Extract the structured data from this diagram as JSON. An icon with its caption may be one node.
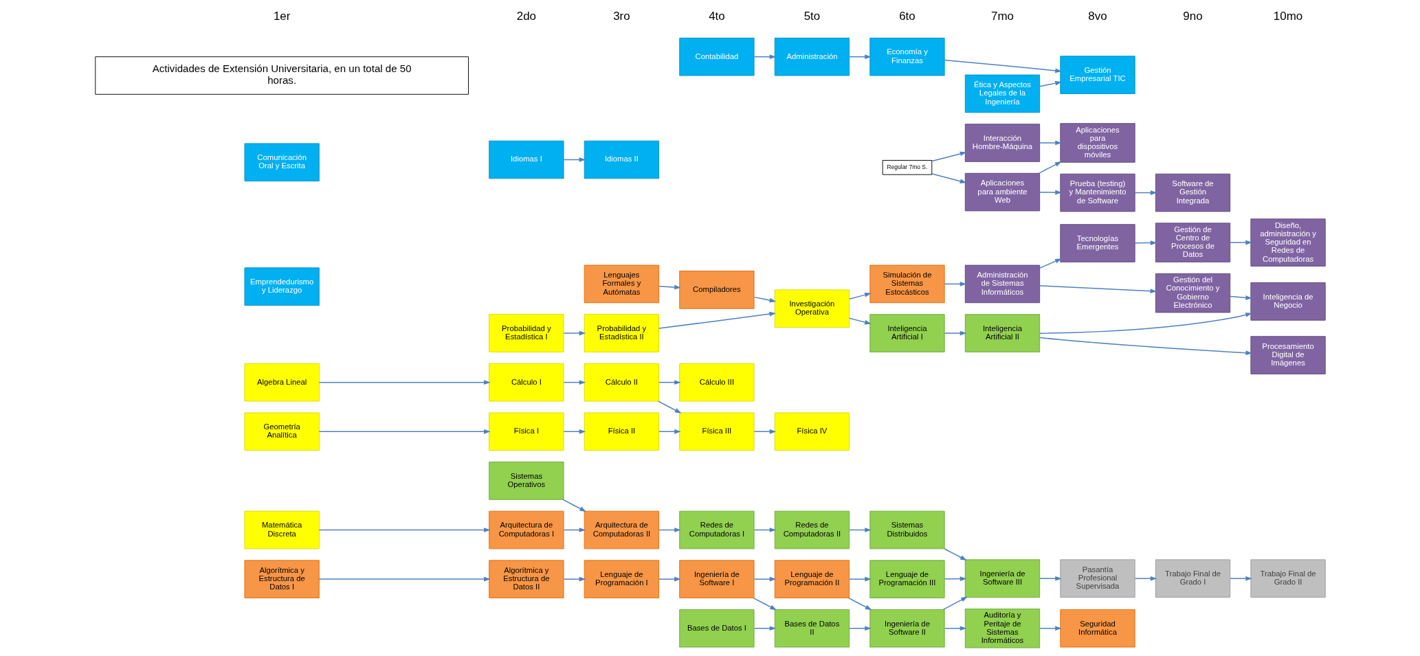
{
  "diagram": {
    "nodes": [
      {
        "text": [
          "Algorítmica y Estructura de Datos I"
        ]
      },
      {
        "text": [
          "Algorítmica y Estructura de Datos II"
        ]
      },
      {
        "text": [
          "Lenguaje de Programación I"
        ]
      },
      {
        "text": [
          "Ingeniería de Software I"
        ]
      },
      {
        "text": [
          "Lenguaje de Programación II"
        ]
      },
      {
        "text": [
          "Lenguaje de Programación III"
        ]
      },
      {
        "text": [
          "Auditoría y Peritaje de Sistemas Informáticos"
        ]
      },
      {
        "text": [
          "Seguridad Informática"
        ]
      },
      {
        "text": [
          "Arquitectura de Computadoras I"
        ]
      },
      {
        "text": [
          "Arquitectura de Computadoras II"
        ]
      },
      {
        "text": [
          "Bases de Datos I"
        ]
      },
      {
        "text": [
          "Bases de Datos II"
        ]
      },
      {
        "text": [
          "Ingeniería de Software II"
        ]
      },
      {
        "text": [
          "Ingeniería de Software III"
        ]
      },
      {
        "text": [
          "Pasantía Profesional Supervisada"
        ]
      },
      {
        "text": [
          "Trabajo Final de Grado I"
        ]
      },
      {
        "text": [
          "Trabajo Final de Grado II"
        ]
      },
      {
        "text": [
          "Algebra Lineal"
        ]
      },
      {
        "text": [
          "Sistemas Operativos"
        ]
      },
      {
        "text": [
          "Lenguajes Formales y Autómatas"
        ]
      },
      {
        "text": [
          "Redes de Computadoras I"
        ]
      },
      {
        "text": [
          "Redes de Computadoras II"
        ]
      },
      {
        "text": [
          "Sistemas Distribuidos"
        ]
      },
      {
        "text": [
          "Administración de Sistemas Informáticos"
        ]
      },
      {
        "text": [
          "Tecnologías Emergentes"
        ]
      },
      {
        "text": [
          "Gestión de Centro de Procesos de Datos"
        ]
      },
      {
        "text": [
          "Diseño, administración y Seguridad en Redes de Computadoras"
        ]
      },
      {
        "text": [
          "Matemática Discreta"
        ]
      },
      {
        "text": [
          "Probabilidad y Estadística I"
        ]
      },
      {
        "text": [
          "Probabilidad y Estadística II"
        ]
      },
      {
        "text": [
          "Compiladores"
        ]
      },
      {
        "text": [
          "Investigación Operativa"
        ]
      },
      {
        "text": [
          "Simulación de Sistemas Estocásticos"
        ]
      },
      {
        "text": [
          "Aplicaciones para ambiente Web"
        ]
      },
      {
        "text": [
          "Aplicaciones para dispositivos móviles"
        ]
      },
      {
        "text": [
          "Gestión del Conocimiento y Gobierno Electrónico"
        ]
      },
      {
        "text": [
          "Regular 7mo S."
        ]
      },
      {
        "text": [
          "Geometría Analítica"
        ]
      },
      {
        "text": [
          "Cálculo I"
        ]
      },
      {
        "text": [
          "Cálculo II"
        ]
      },
      {
        "text": [
          "Cálculo III"
        ]
      },
      {
        "text": [
          "Inteligencia Artificial I"
        ]
      },
      {
        "text": [
          "Interacción Hombre-Máquina"
        ]
      },
      {
        "text": [
          "Prueba (testing) y Mantenimiento de Software"
        ]
      },
      {
        "text": [
          "Software de Gestión Integrada"
        ]
      },
      {
        "text": [
          "Inteligencia de Negocio"
        ]
      },
      {
        "text": [
          "Emprendedurismo y Liderazgo"
        ]
      },
      {
        "text": [
          "Física I"
        ]
      },
      {
        "text": [
          "Física II"
        ]
      },
      {
        "text": [
          "Física III"
        ]
      },
      {
        "text": [
          "Física IV"
        ]
      },
      {
        "text": [
          "Inteligencia Artificial II"
        ]
      },
      {
        "text": [
          "Procesamiento Digital de Imágenes"
        ]
      },
      {
        "text": [
          "Comunicación Oral y Escrita"
        ]
      },
      {
        "text": [
          "Idiomas I"
        ]
      },
      {
        "text": [
          "Idiomas II"
        ]
      },
      {
        "text": [
          "Contabilidad"
        ]
      },
      {
        "text": [
          "Administración"
        ]
      },
      {
        "text": [
          "Economía y Finanzas"
        ]
      },
      {
        "text": [
          "Ética y Aspectos Legales de la Ingeniería"
        ]
      },
      {
        "text": [
          "Gestión Empresarial TIC"
        ]
      },
      {
        "text": [
          "Actividades de Extensión Universitaria, en un total de 50 horas."
        ]
      }
    ],
    "edges": [
      {
        "from": 0,
        "to": 1,
        "arrow": "to"
      },
      {
        "from": 1,
        "to": 2,
        "arrow": "to"
      },
      {
        "from": 2,
        "to": 3,
        "arrow": "to"
      },
      {
        "from": 3,
        "to": 4,
        "arrow": "to"
      },
      {
        "from": 3,
        "to": 11,
        "arrow": "to"
      },
      {
        "from": 4,
        "to": 5,
        "arrow": "to"
      },
      {
        "from": 4,
        "to": 12,
        "arrow": "to"
      },
      {
        "from": 5,
        "to": 13,
        "arrow": "to"
      },
      {
        "from": 12,
        "to": 6,
        "arrow": "to"
      },
      {
        "from": 12,
        "to": 13,
        "arrow": "to"
      },
      {
        "from": 6,
        "to": 7,
        "arrow": "to"
      },
      {
        "from": 13,
        "to": 14,
        "arrow": "to"
      },
      {
        "from": 14,
        "to": 15,
        "arrow": "to"
      },
      {
        "from": 15,
        "to": 16,
        "arrow": "to"
      },
      {
        "from": 10,
        "to": 11,
        "arrow": "to"
      },
      {
        "from": 11,
        "to": 12,
        "arrow": "to"
      },
      {
        "from": 8,
        "to": 9,
        "arrow": "to"
      },
      {
        "from": 18,
        "to": 9,
        "arrow": "to"
      },
      {
        "from": 27,
        "to": 8,
        "arrow": "to"
      },
      {
        "from": 17,
        "to": 38,
        "arrow": "to"
      },
      {
        "from": 9,
        "to": 20,
        "arrow": "to"
      },
      {
        "from": 20,
        "to": 21,
        "arrow": "to"
      },
      {
        "from": 21,
        "to": 22,
        "arrow": "to"
      },
      {
        "from": 22,
        "to": 13,
        "arrow": "to"
      },
      {
        "from": 19,
        "to": 30,
        "arrow": "to"
      },
      {
        "from": 30,
        "to": 31,
        "arrow": "to"
      },
      {
        "from": 28,
        "to": 29,
        "arrow": "to"
      },
      {
        "from": 29,
        "to": 31,
        "arrow": "to"
      },
      {
        "from": 31,
        "to": 32,
        "arrow": "to"
      },
      {
        "from": 31,
        "to": 41,
        "arrow": "to"
      },
      {
        "from": 32,
        "to": 23,
        "arrow": "to"
      },
      {
        "from": 36,
        "to": 33,
        "arrow": "to"
      },
      {
        "from": 36,
        "to": 42,
        "arrow": "to"
      },
      {
        "from": 23,
        "to": 24,
        "arrow": "to"
      },
      {
        "from": 23,
        "to": 35,
        "arrow": "to"
      },
      {
        "from": 24,
        "to": 25,
        "arrow": "to"
      },
      {
        "from": 25,
        "to": 26,
        "arrow": "to"
      },
      {
        "from": 33,
        "to": 34,
        "arrow": "to"
      },
      {
        "from": 33,
        "to": 43,
        "arrow": "to"
      },
      {
        "from": 42,
        "to": 34,
        "arrow": "to"
      },
      {
        "from": 43,
        "to": 44,
        "arrow": "to"
      },
      {
        "from": 35,
        "to": 45,
        "arrow": "to"
      },
      {
        "from": 41,
        "to": 51,
        "arrow": "to"
      },
      {
        "from": 51,
        "to": 45,
        "arrow": "to"
      },
      {
        "from": 51,
        "to": 52,
        "arrow": "to"
      },
      {
        "from": 38,
        "to": 39,
        "arrow": "to"
      },
      {
        "from": 39,
        "to": 40,
        "arrow": "to"
      },
      {
        "from": 39,
        "to": 49,
        "arrow": "to"
      },
      {
        "from": 37,
        "to": 47,
        "arrow": "to"
      },
      {
        "from": 47,
        "to": 48,
        "arrow": "to"
      },
      {
        "from": 48,
        "to": 49,
        "arrow": "to"
      },
      {
        "from": 49,
        "to": 50,
        "arrow": "to"
      },
      {
        "from": 54,
        "to": 55,
        "arrow": "to"
      },
      {
        "from": 56,
        "to": 57,
        "arrow": "to"
      },
      {
        "from": 57,
        "to": 58,
        "arrow": "to"
      },
      {
        "from": 58,
        "to": 60,
        "arrow": "to"
      },
      {
        "from": 59,
        "to": 60,
        "arrow": "to"
      }
    ],
    "labels": [
      "1er",
      "2do",
      "3ro",
      "4to",
      "5to",
      "6to",
      "7mo",
      "8vo",
      "9no",
      "10mo"
    ]
  }
}
